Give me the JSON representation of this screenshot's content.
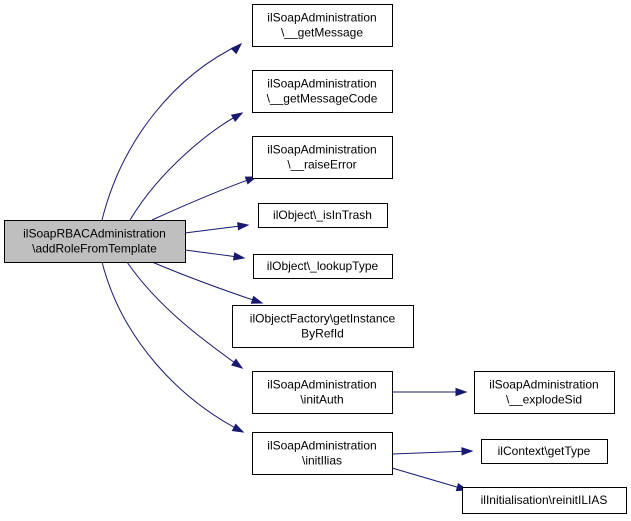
{
  "diagram": {
    "nodes": [
      {
        "id": "root",
        "lines": [
          "ilSoapRBACAdministration",
          "\\addRoleFromTemplate"
        ],
        "highlighted": true
      },
      {
        "id": "getMessage",
        "lines": [
          "ilSoapAdministration",
          "\\__getMessage"
        ]
      },
      {
        "id": "getMessageCode",
        "lines": [
          "ilSoapAdministration",
          "\\__getMessageCode"
        ]
      },
      {
        "id": "raiseError",
        "lines": [
          "ilSoapAdministration",
          "\\__raiseError"
        ]
      },
      {
        "id": "isInTrash",
        "lines": [
          "ilObject\\_isInTrash"
        ]
      },
      {
        "id": "lookupType",
        "lines": [
          "ilObject\\_lookupType"
        ]
      },
      {
        "id": "getInstanceByRefId",
        "lines": [
          "ilObjectFactory\\getInstance",
          "ByRefId"
        ]
      },
      {
        "id": "initAuth",
        "lines": [
          "ilSoapAdministration",
          "\\initAuth"
        ]
      },
      {
        "id": "initIlias",
        "lines": [
          "ilSoapAdministration",
          "\\initIlias"
        ]
      },
      {
        "id": "explodeSid",
        "lines": [
          "ilSoapAdministration",
          "\\__explodeSid"
        ]
      },
      {
        "id": "getType",
        "lines": [
          "ilContext\\getType"
        ]
      },
      {
        "id": "reinitILIAS",
        "lines": [
          "ilInitialisation\\reinitILIAS"
        ]
      }
    ],
    "edges": [
      {
        "from": "root",
        "to": "getMessage"
      },
      {
        "from": "root",
        "to": "getMessageCode"
      },
      {
        "from": "root",
        "to": "raiseError"
      },
      {
        "from": "root",
        "to": "isInTrash"
      },
      {
        "from": "root",
        "to": "lookupType"
      },
      {
        "from": "root",
        "to": "getInstanceByRefId"
      },
      {
        "from": "root",
        "to": "initAuth"
      },
      {
        "from": "root",
        "to": "initIlias"
      },
      {
        "from": "initAuth",
        "to": "explodeSid"
      },
      {
        "from": "initIlias",
        "to": "getType"
      },
      {
        "from": "initIlias",
        "to": "reinitILIAS"
      }
    ],
    "colors": {
      "edge": "#191970",
      "root_fill": "#bfbfbf",
      "node_fill": "#ffffff",
      "border": "#000000"
    }
  }
}
